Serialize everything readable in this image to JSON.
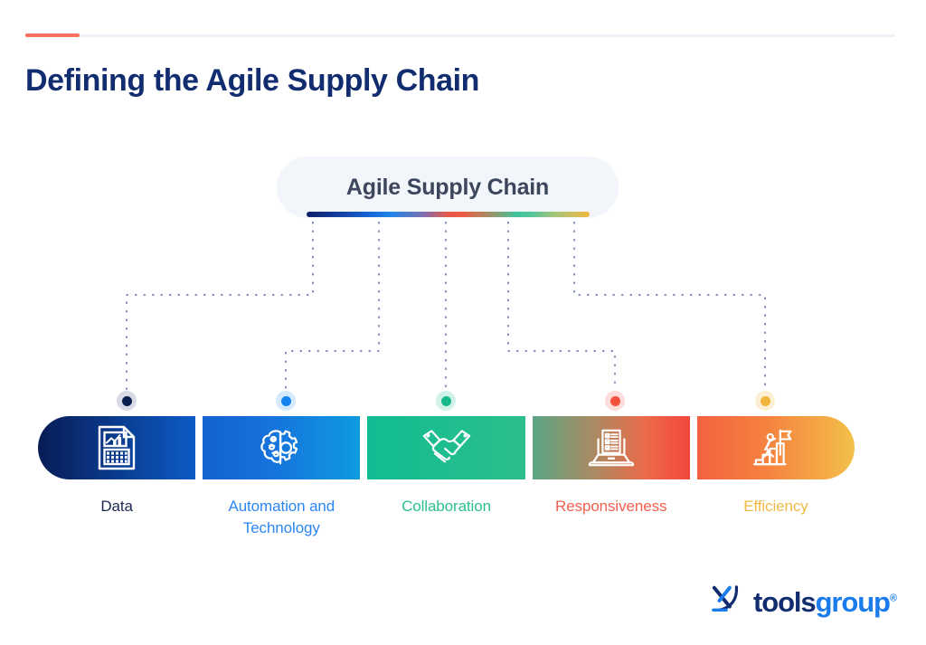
{
  "slide": {
    "title": "Defining the Agile Supply Chain",
    "accent_color": "#F97060",
    "title_color": "#112D70"
  },
  "hub": {
    "label": "Agile Supply Chain",
    "background": "#F2F5F9",
    "text_color": "#3C465C",
    "gradient_stops": [
      "#0B1F6B",
      "#1464D6",
      "#7C6FB4",
      "#E8584A",
      "#3FC39B",
      "#F1B83F"
    ]
  },
  "pillars": [
    {
      "label": "Data",
      "icon": "document-chart-calculator-icon",
      "dot_color": "#0B1F4F",
      "label_color": "#1B2A4E",
      "gradient_from": "#081C56",
      "gradient_to": "#0C5BC6"
    },
    {
      "label": "Automation and Technology",
      "icon": "brain-gear-icon",
      "dot_color": "#1283F0",
      "label_color": "#2B86F2",
      "gradient_from": "#1462CE",
      "gradient_to": "#0F9BE0"
    },
    {
      "label": "Collaboration",
      "icon": "handshake-icon",
      "dot_color": "#17B98A",
      "label_color": "#2DC08E",
      "gradient_from": "#12BC92",
      "gradient_to": "#2BBE8C"
    },
    {
      "label": "Responsiveness",
      "icon": "laptop-checklist-icon",
      "dot_color": "#F4503F",
      "label_color": "#F2604F",
      "gradient_from": "#5BA585",
      "gradient_to": "#F2473C"
    },
    {
      "label": "Efficiency",
      "icon": "person-stairs-flag-icon",
      "dot_color": "#F2B53C",
      "label_color": "#F0B945",
      "gradient_from": "#F4613F",
      "gradient_to": "#F3C04A"
    }
  ],
  "logo": {
    "mark": "toolsgroup-mark-icon",
    "word_primary": "tools",
    "word_secondary": "group",
    "registered": "®",
    "primary_color": "#112D70",
    "secondary_color": "#1A7CEC"
  }
}
